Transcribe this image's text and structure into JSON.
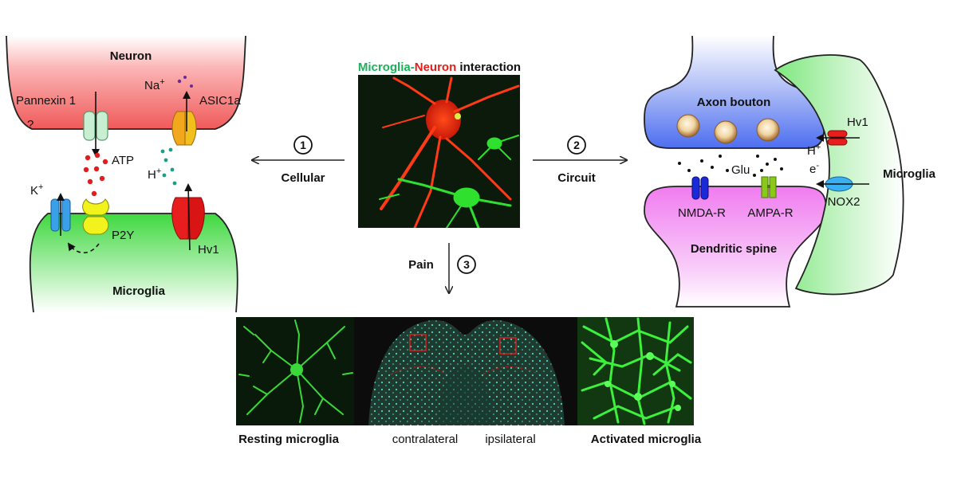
{
  "title": {
    "part1": "Microglia",
    "dash": "-",
    "part2": "Neuron",
    "part3": " interaction",
    "color1": "#1bb25a",
    "color2": "#e0201b"
  },
  "left_panel": {
    "neuron_label": "Neuron",
    "microglia_label": "Microglia",
    "pannexin_label": "Pannexin 1",
    "question_label": "?",
    "na_label": "Na",
    "na_sup": "+",
    "asic_label": "ASIC1a",
    "atp_label": "ATP",
    "h_label": "H",
    "h_sup": "+",
    "k_label": "K",
    "k_sup": "+",
    "p2y_label": "P2Y",
    "hv1_label": "Hv1"
  },
  "arrows": {
    "cellular": {
      "number": "1",
      "label": "Cellular"
    },
    "circuit": {
      "number": "2",
      "label": "Circuit"
    },
    "pain": {
      "number": "3",
      "label": "Pain"
    }
  },
  "right_panel": {
    "axon_label": "Axon bouton",
    "glu_label": "Glu",
    "nmda_label": "NMDA-R",
    "ampa_label": "AMPA-R",
    "spine_label": "Dendritic spine",
    "microglia_label": "Microglia",
    "hv1_label": "Hv1",
    "h_label": "H",
    "h_sup": "+",
    "e_label": "e",
    "e_sup": "-",
    "nox2_label": "NOX2"
  },
  "bottom": {
    "resting_label": "Resting microglia",
    "contralateral_label": "contralateral",
    "ipsilateral_label": "ipsilateral",
    "activated_label": "Activated microglia"
  },
  "colors": {
    "neuron_fill": "#f05a5a",
    "microglia_fill": "#3fd83f",
    "axon_fill": "#4d6ef0",
    "spine_fill": "#f07cf0",
    "right_microglia_fill": "#7ee87e",
    "micro_green": "#2fe02f",
    "micro_red": "#ff2a10"
  }
}
